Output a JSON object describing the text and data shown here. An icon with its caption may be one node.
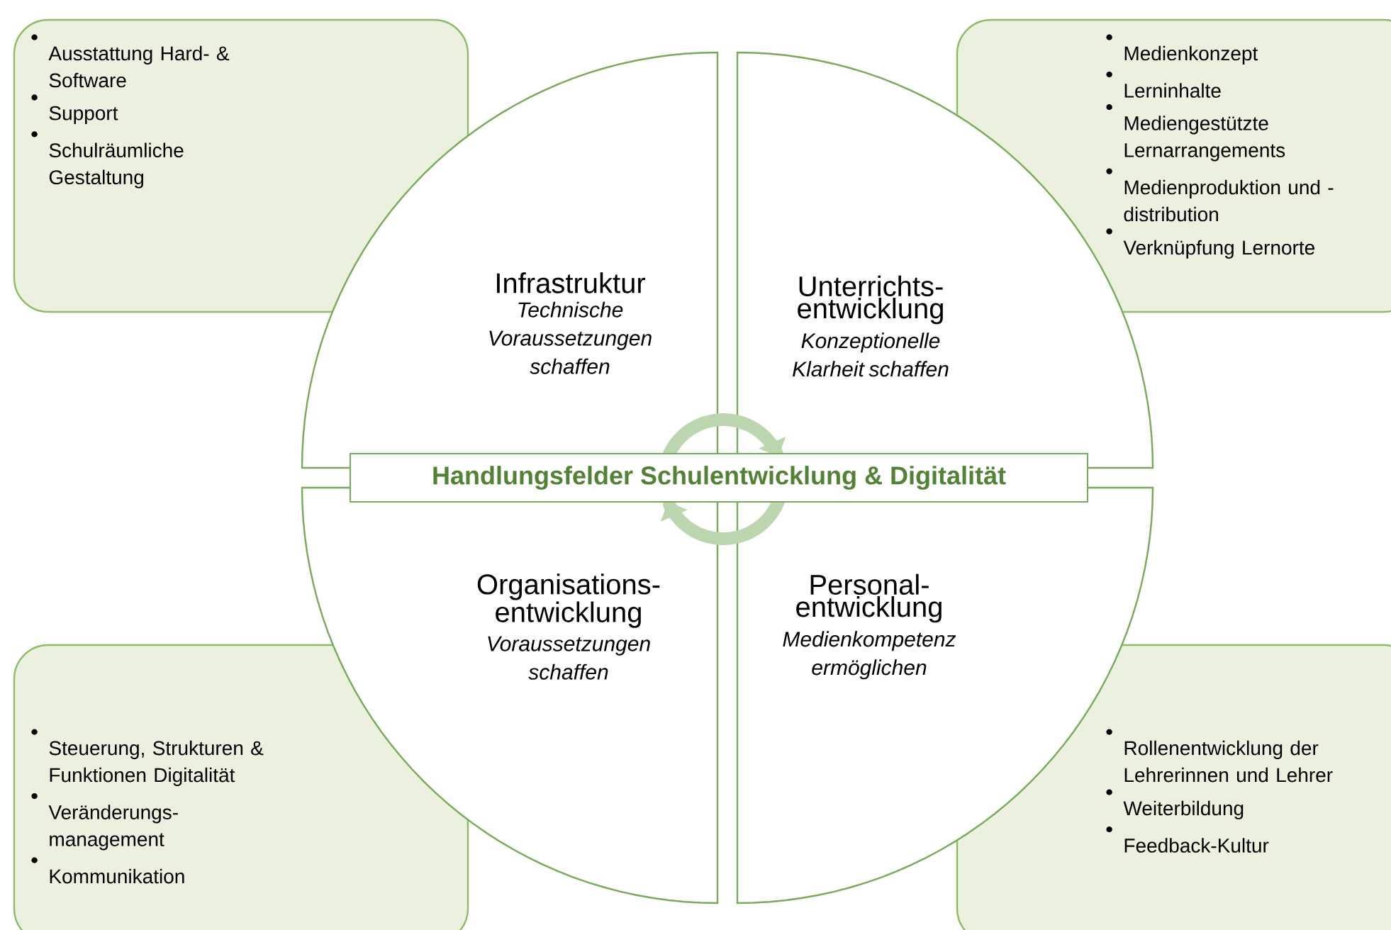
{
  "diagram": {
    "nodes": [
      {
        "text": [
          "Ausstattung Hard- & Software",
          "Support",
          "Schulräumliche Gestaltung"
        ]
      },
      {
        "text": [
          "Medienkonzept",
          "Lerninhalte",
          "Mediengestützte Lernarrangements",
          "Medienproduktion und - distribution",
          "Verknüpfung Lernorte"
        ]
      },
      {
        "text": [
          "Infrastruktur",
          "Technische Voraussetzungen schaffen"
        ]
      },
      {
        "text": [
          "Unterrichts- entwicklung",
          "Konzeptionelle Klarheit schaffen"
        ]
      },
      {
        "text": [
          "Handlungsfelder Schulentwicklung & Digitalität"
        ]
      },
      {
        "text": [
          "Organisations- entwicklung",
          "Voraussetzungen schaffen"
        ]
      },
      {
        "text": [
          "Personal- entwicklung",
          "Medienkompetenz ermöglichen"
        ]
      },
      {
        "text": [
          "Steuerung, Strukturen & Funktionen Digitalität",
          "Veränderungs- management",
          "Kommunikation"
        ]
      },
      {
        "text": [
          "Rollenentwicklung der Lehrerinnen und Lehrer",
          "Weiterbildung",
          "Feedback-Kultur"
        ]
      }
    ]
  }
}
